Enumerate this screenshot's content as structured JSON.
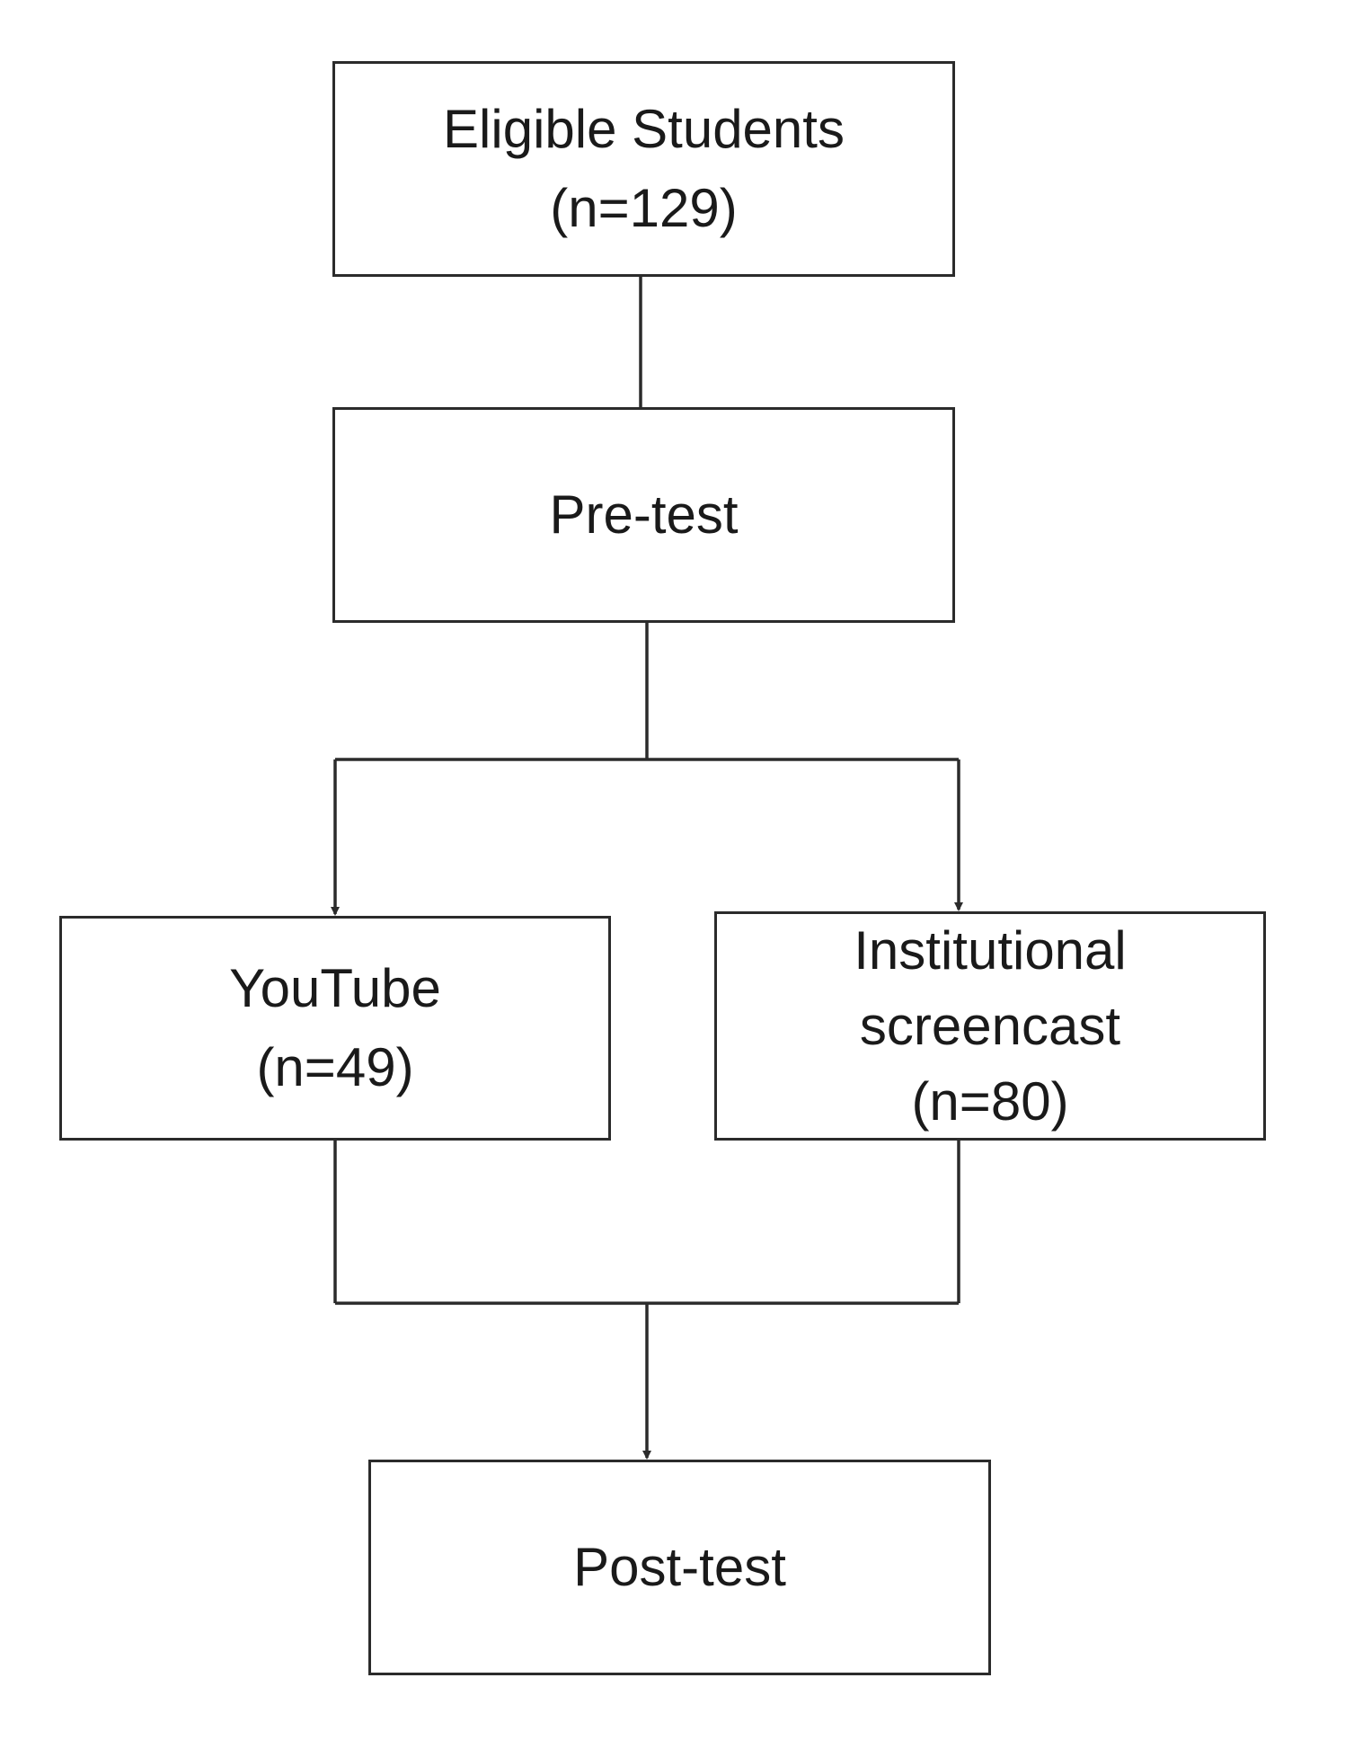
{
  "nodes": {
    "eligible": {
      "line1": "Eligible Students",
      "line2": "(n=129)"
    },
    "pretest": {
      "line1": "Pre-test"
    },
    "youtube": {
      "line1": "YouTube",
      "line2": "(n=49)"
    },
    "institutional": {
      "line1": "Institutional",
      "line2": "screencast",
      "line3": "(n=80)"
    },
    "posttest": {
      "line1": "Post-test"
    }
  },
  "colors": {
    "stroke": "#2b2b2b",
    "text": "#1a1a1a",
    "background": "#ffffff"
  }
}
